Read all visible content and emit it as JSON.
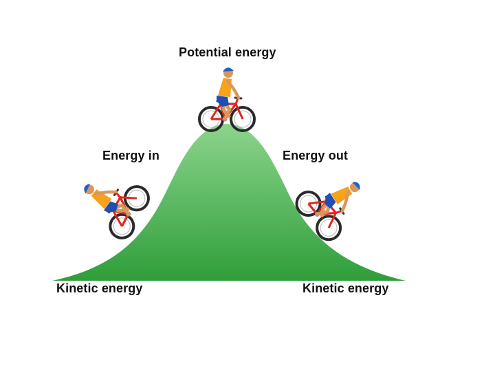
{
  "labels": {
    "top": "Potential energy",
    "left_mid": "Energy in",
    "right_mid": "Energy out",
    "bottom_left": "Kinetic energy",
    "bottom_right": "Kinetic energy"
  },
  "colors": {
    "hill_top": "#8cd48c",
    "hill_bottom": "#2f9e3a",
    "jersey": "#f7a21c",
    "shorts": "#1f4fb5",
    "helmet": "#1f5fc7",
    "skin": "#d9975b",
    "bike_frame": "#e0261f",
    "tire": "#2a2a2a"
  },
  "icons": [
    "cyclist-climbing-icon",
    "cyclist-top-icon",
    "cyclist-descending-icon"
  ]
}
